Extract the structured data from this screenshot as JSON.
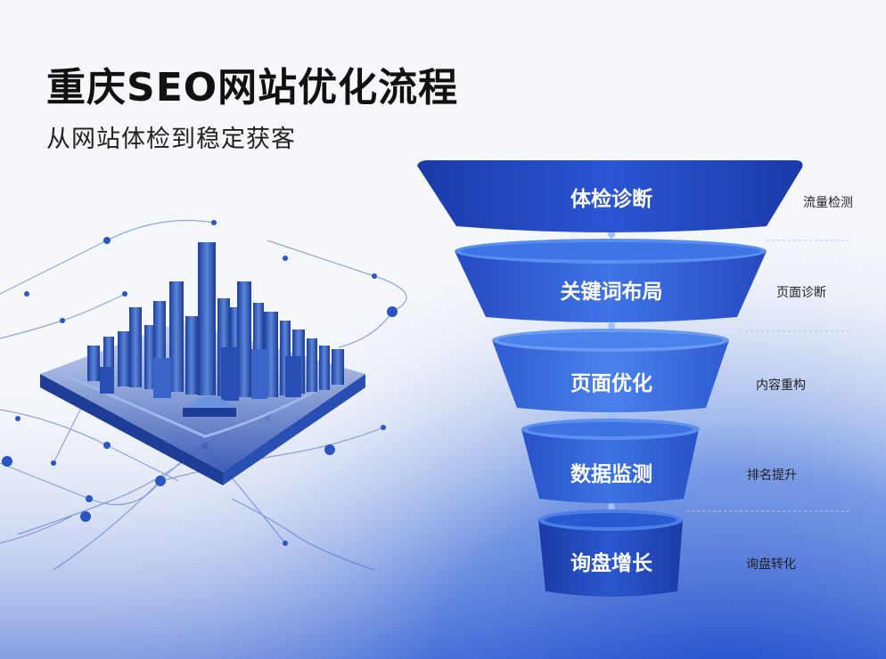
{
  "header": {
    "title": "重庆SEO网站优化流程",
    "subtitle": "从网站体检到稳定获客"
  },
  "colors": {
    "accent": "#1f4fd0",
    "deep_blue": "#16309a",
    "light_blue": "#3f7ee8",
    "background": "#f5f7fb"
  },
  "funnel": {
    "stages": [
      {
        "label": "体检诊断",
        "side_label": "流量检测"
      },
      {
        "label": "关键词布局",
        "side_label": "页面诊断"
      },
      {
        "label": "页面优化",
        "side_label": "内容重构"
      },
      {
        "label": "数据监测",
        "side_label": "排名提升"
      },
      {
        "label": "询盘增长",
        "side_label": "询盘转化"
      }
    ]
  },
  "illustration": {
    "subject": "city-skyline-with-network",
    "icon": "city-network-icon"
  }
}
